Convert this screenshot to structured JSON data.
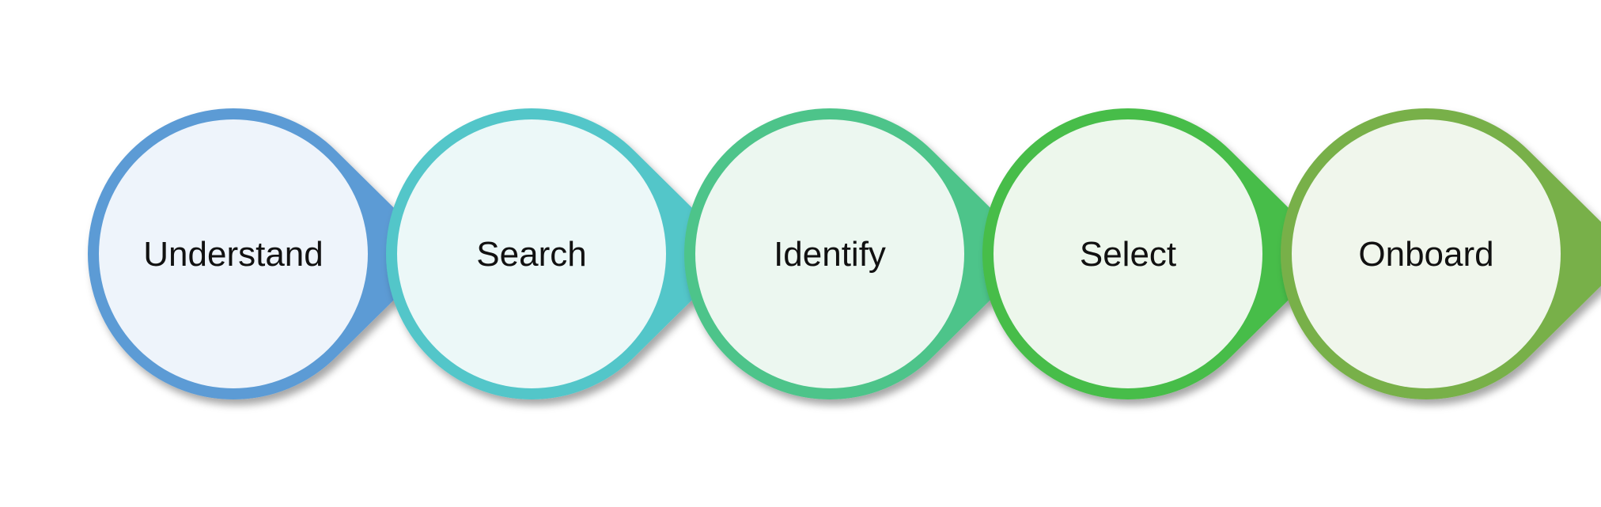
{
  "diagram": {
    "type": "process-flow",
    "steps": [
      {
        "label": "Understand",
        "ring_color": "#5b9bd5",
        "fill_color": "#eef4fb"
      },
      {
        "label": "Search",
        "ring_color": "#52c6c9",
        "fill_color": "#ecf8f8"
      },
      {
        "label": "Identify",
        "ring_color": "#4dc48a",
        "fill_color": "#ecf7f0"
      },
      {
        "label": "Select",
        "ring_color": "#47bd48",
        "fill_color": "#edf7ec"
      },
      {
        "label": "Onboard",
        "ring_color": "#78b04a",
        "fill_color": "#f0f6ec"
      }
    ]
  }
}
